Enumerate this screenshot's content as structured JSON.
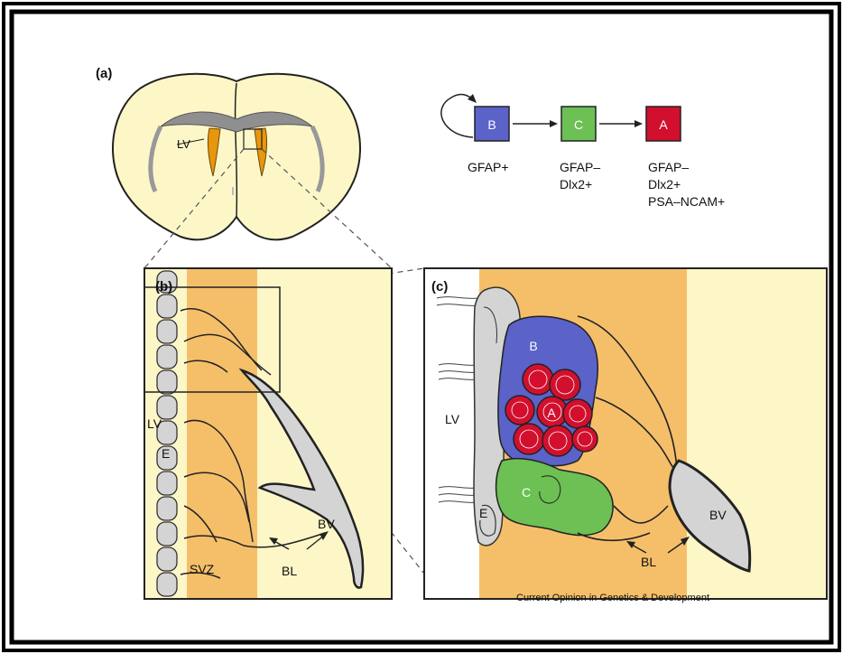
{
  "panels": {
    "a": "(a)",
    "b": "(b)",
    "c": "(c)"
  },
  "labels": {
    "lv": "LV",
    "e": "E",
    "svz": "SVZ",
    "bl": "BL",
    "bv": "BV"
  },
  "lineage": {
    "b": {
      "letter": "B",
      "markers": [
        "GFAP+"
      ],
      "color": "#5b62c8"
    },
    "c": {
      "letter": "C",
      "markers": [
        "GFAP–",
        "Dlx2+"
      ],
      "color": "#6cc054"
    },
    "a": {
      "letter": "A",
      "markers": [
        "GFAP–",
        "Dlx2+",
        "PSA–NCAM+"
      ],
      "color": "#d2102e"
    }
  },
  "colors": {
    "svz_orange": "#f5bf6a",
    "parenchyma_cream": "#fdf7c8",
    "ependyma_gray": "#d4d4d4",
    "ventricle_orange": "#e8960c"
  },
  "credit": "Current Opinion in Genetics & Development"
}
